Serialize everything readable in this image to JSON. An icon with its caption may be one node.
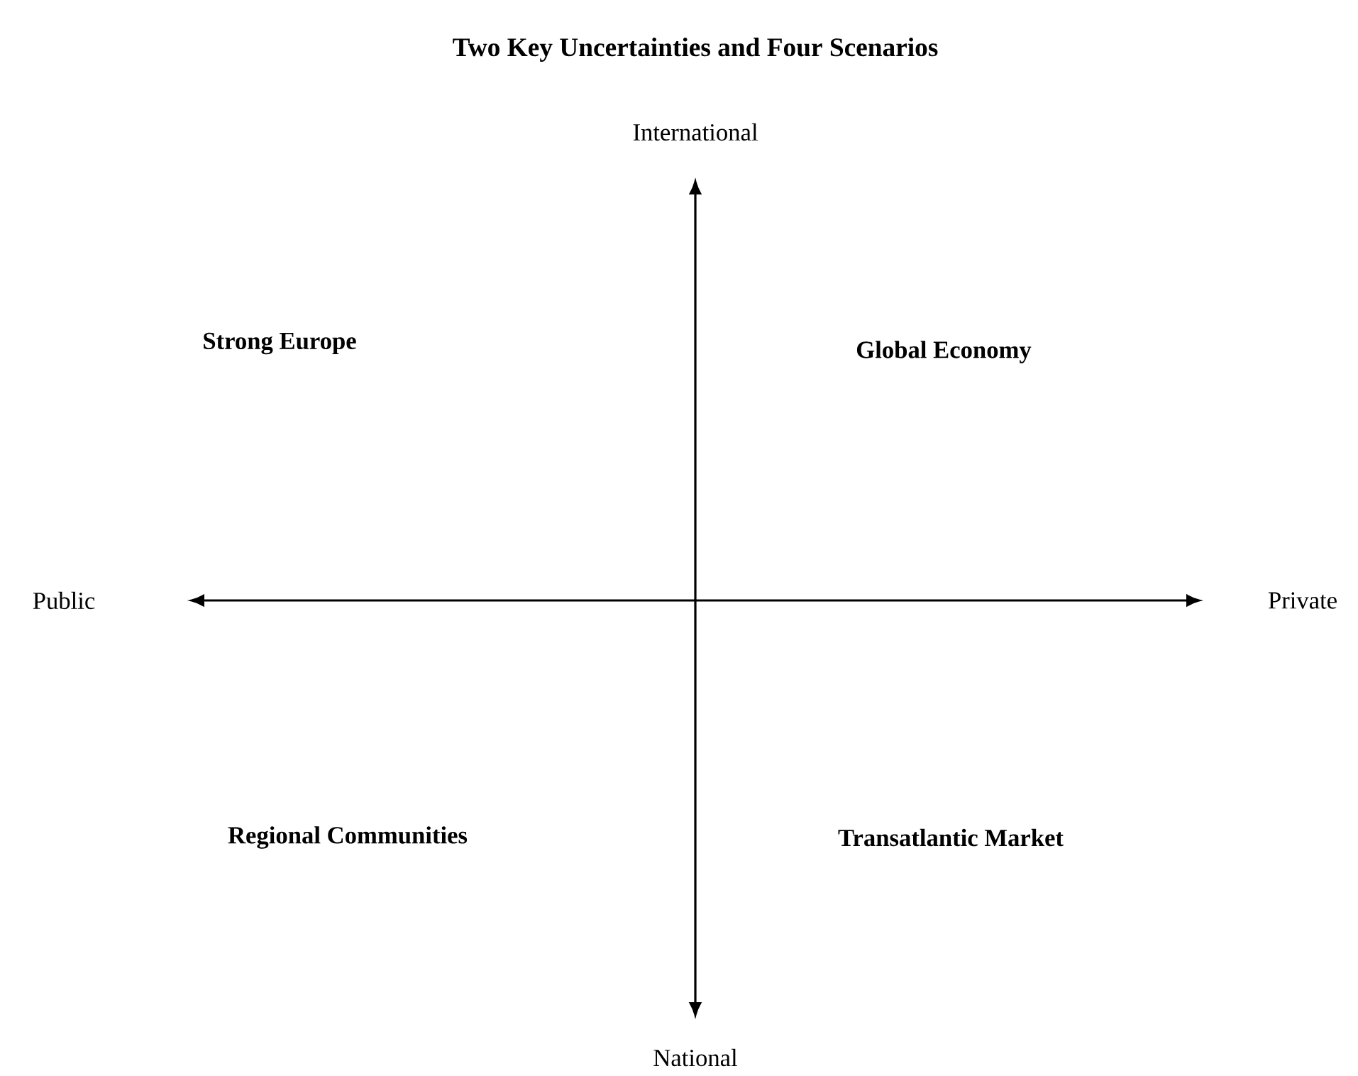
{
  "diagram": {
    "title": "Two Key Uncertainties and Four Scenarios",
    "labels": [
      "International",
      "Strong Europe",
      "Global Economy",
      "Public",
      "Private",
      "Regional Communities",
      "Transatlantic Market",
      "National"
    ]
  }
}
